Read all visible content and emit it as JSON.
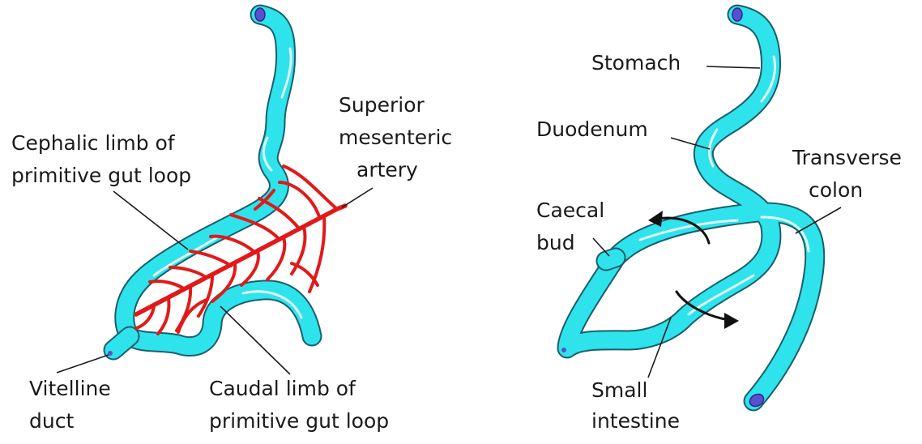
{
  "left_panel": {
    "labels": {
      "superior_mesenteric_artery": [
        "Superior",
        "mesenteric",
        "artery"
      ],
      "cephalic_limb": [
        "Cephalic limb of",
        "primitive gut loop"
      ],
      "vitelline_duct": [
        "Vitelline",
        "duct"
      ],
      "caudal_limb": [
        "Caudal limb of",
        "primitive gut loop"
      ]
    }
  },
  "right_panel": {
    "labels": {
      "stomach": "Stomach",
      "duodenum": "Duodenum",
      "transverse_colon": [
        "Transverse",
        "colon"
      ],
      "caecal_bud": [
        "Caecal",
        "bud"
      ],
      "small_intestine": [
        "Small",
        "intestine"
      ]
    }
  },
  "colors": {
    "gut": "#2ee3ec",
    "artery": "#e01a1a",
    "end_cap": "#5a4fd0"
  }
}
